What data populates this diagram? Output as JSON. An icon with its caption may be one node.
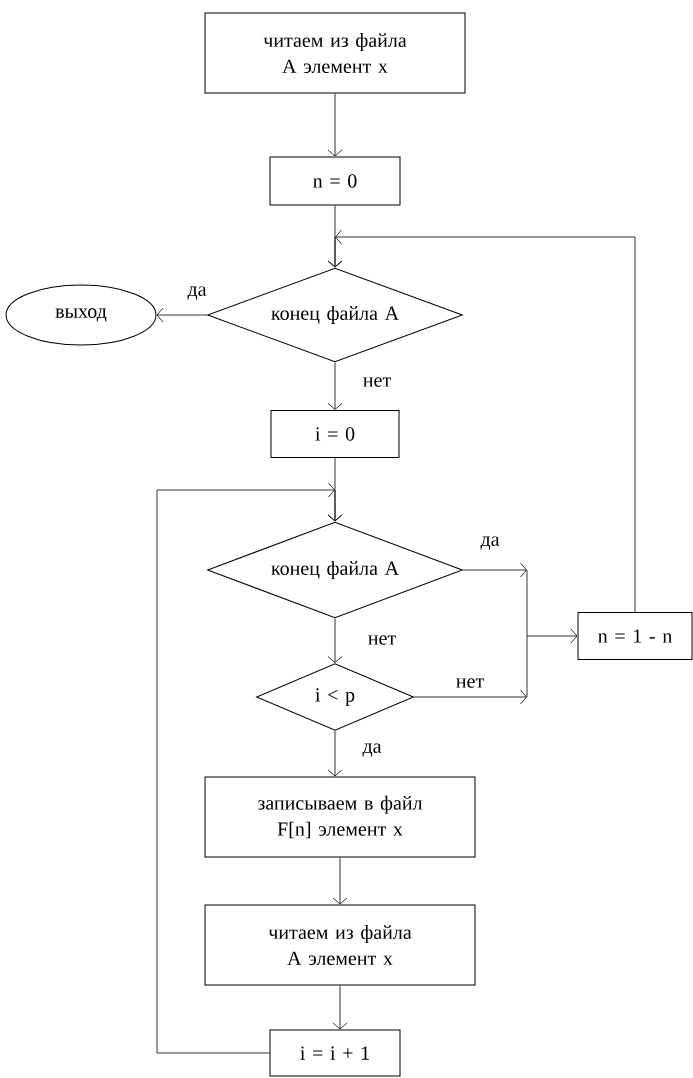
{
  "diagram": {
    "nodes": [
      {
        "text": [
          "читаем из файла A элемент x"
        ]
      },
      {
        "text": [
          "n = 0"
        ]
      },
      {
        "text": [
          "конец файла A"
        ]
      },
      {
        "text": [
          "выход"
        ]
      },
      {
        "text": [
          "i = 0"
        ]
      },
      {
        "text": [
          "конец файла A"
        ]
      },
      {
        "text": [
          "i < p"
        ]
      },
      {
        "text": [
          "n = 1 - n"
        ]
      },
      {
        "text": [
          "записываем в файл F[n] элемент x"
        ]
      },
      {
        "text": [
          "читаем из файла A элемент x"
        ]
      },
      {
        "text": [
          "i = i + 1"
        ]
      }
    ],
    "edges": [
      {
        "from": 0,
        "to": 1,
        "arrow": "to"
      },
      {
        "from": 1,
        "to": 2,
        "arrow": "to"
      },
      {
        "from": 2,
        "to": 3,
        "arrow": "to",
        "label": "да"
      },
      {
        "from": 2,
        "to": 4,
        "arrow": "to",
        "label": "нет"
      },
      {
        "from": 4,
        "to": 5,
        "arrow": "to"
      },
      {
        "from": 5,
        "to": 7,
        "arrow": "to",
        "label": "да"
      },
      {
        "from": 5,
        "to": 6,
        "arrow": "to",
        "label": "нет"
      },
      {
        "from": 6,
        "to": 7,
        "arrow": "to",
        "label": "нет"
      },
      {
        "from": 6,
        "to": 8,
        "arrow": "to",
        "label": "да"
      },
      {
        "from": 8,
        "to": 9,
        "arrow": "to"
      },
      {
        "from": 9,
        "to": 10,
        "arrow": "to"
      },
      {
        "from": 10,
        "to": 5,
        "arrow": "to"
      },
      {
        "from": 7,
        "to": 2,
        "arrow": "to"
      }
    ]
  }
}
